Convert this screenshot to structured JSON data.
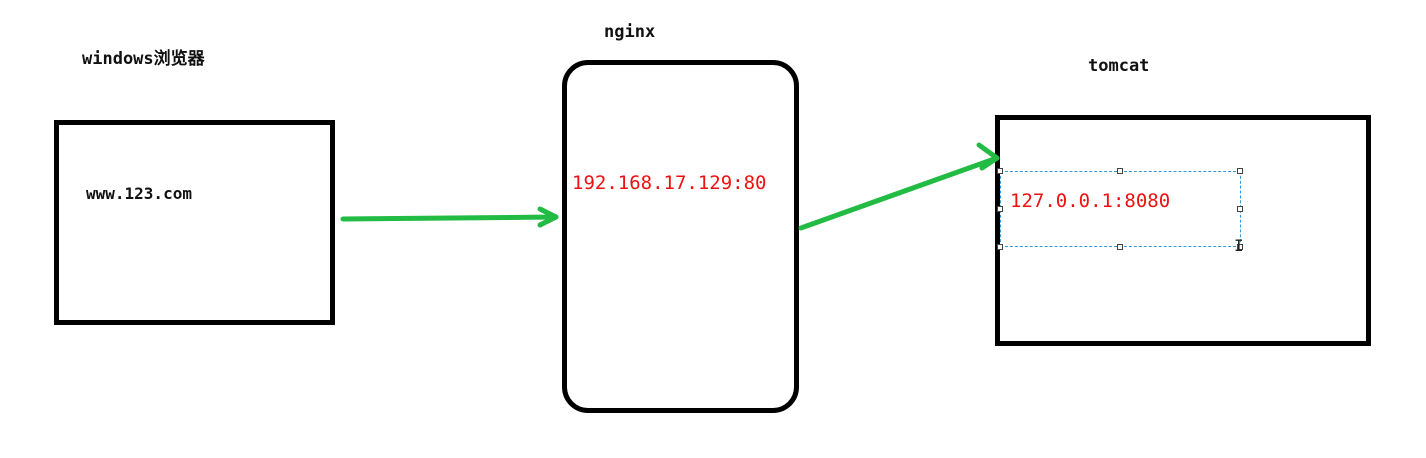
{
  "browser": {
    "title": "windows浏览器",
    "url": "www.123.com"
  },
  "nginx": {
    "title": "nginx",
    "address": "192.168.17.129:80"
  },
  "tomcat": {
    "title": "tomcat",
    "address": "127.0.0.1:8080"
  },
  "text_cursor_glyph": "I",
  "colors": {
    "stroke": "#000000",
    "arrow": "#22bb44",
    "address": "#ee1111",
    "selection": "#3399dd"
  },
  "icons": {
    "cursor": "text-cursor-icon",
    "arrow": "arrow-icon"
  }
}
